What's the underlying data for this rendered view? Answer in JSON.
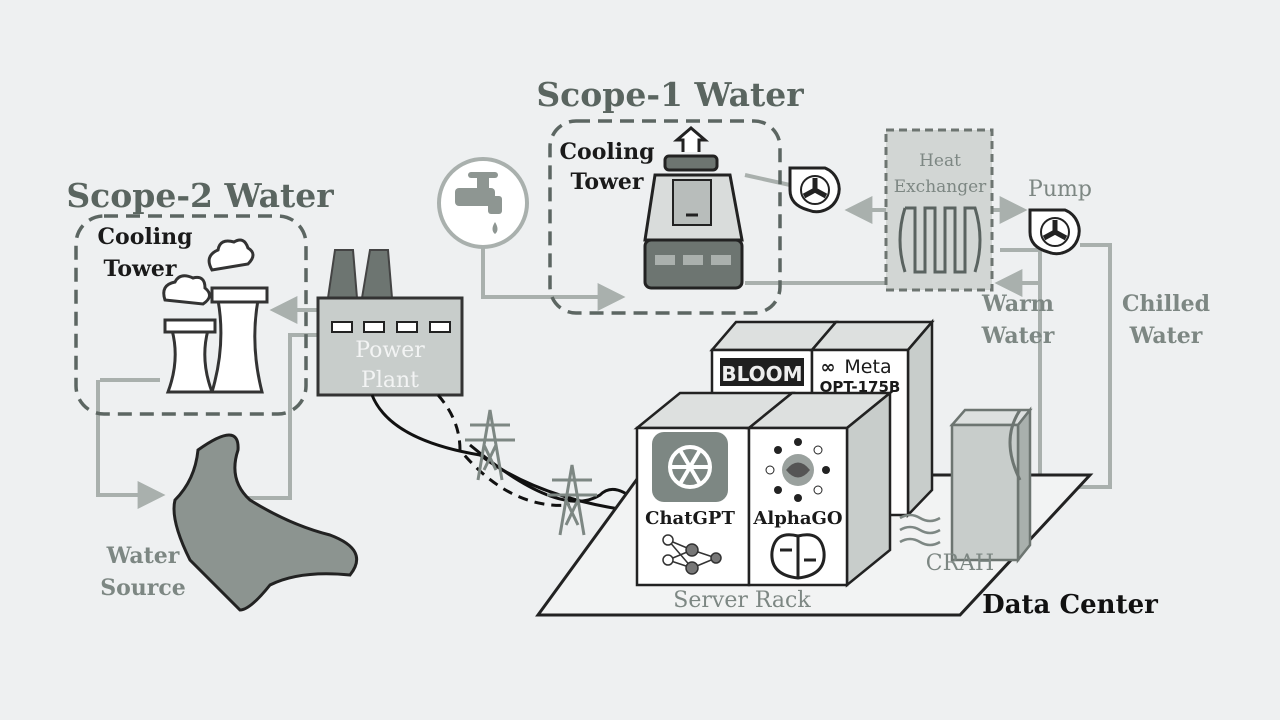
{
  "scope1": {
    "title": "Scope-1 Water",
    "tower_line1": "Cooling",
    "tower_line2": "Tower"
  },
  "scope2": {
    "title": "Scope-2 Water",
    "tower_line1": "Cooling",
    "tower_line2": "Tower"
  },
  "power_plant": {
    "line1": "Power",
    "line2": "Plant"
  },
  "water_source": {
    "line1": "Water",
    "line2": "Source"
  },
  "heat_exchanger": {
    "line1": "Heat",
    "line2": "Exchanger"
  },
  "pump": "Pump",
  "warm_water": {
    "line1": "Warm",
    "line2": "Water"
  },
  "chilled_water": {
    "line1": "Chilled",
    "line2": "Water"
  },
  "crah": "CRAH",
  "server_rack": "Server Rack",
  "data_center": "Data Center",
  "models": {
    "chatgpt": "ChatGPT",
    "alphago": "AlphaGO",
    "bloom": "BLOOM",
    "meta": "Meta",
    "opt": "OPT-175B"
  }
}
